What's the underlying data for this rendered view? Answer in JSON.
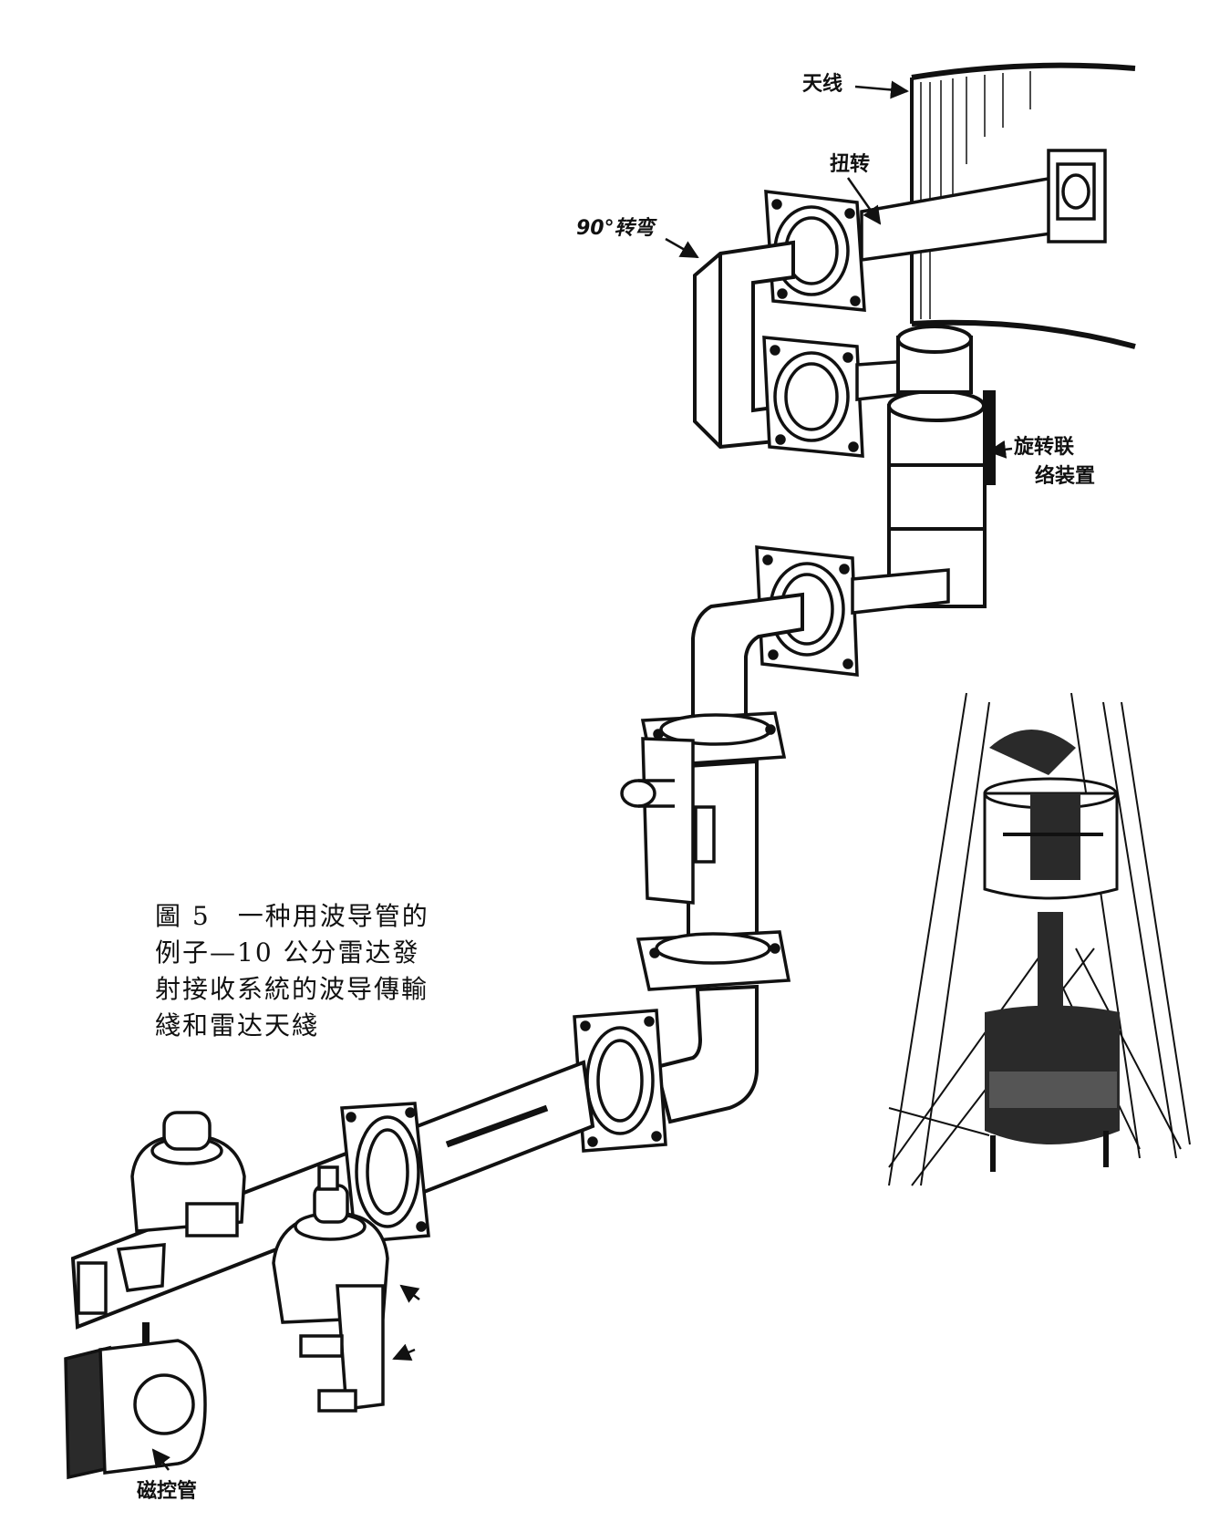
{
  "labels": {
    "antenna": "天线",
    "twist": "扭转",
    "bend_90": "90°转弯",
    "rotary_joint_line1": "旋转联",
    "rotary_joint_line2": "络装置",
    "magnetron": "磁控管"
  },
  "caption": {
    "line1": "圖 5　一种用波导管的",
    "line2": "例子—10 公分雷达發",
    "line3": "射接收系統的波导傳輸",
    "line4": "綫和雷达天綫"
  },
  "colors": {
    "ink": "#111111",
    "paper": "#ffffff",
    "shade": "#2a2a2a"
  }
}
